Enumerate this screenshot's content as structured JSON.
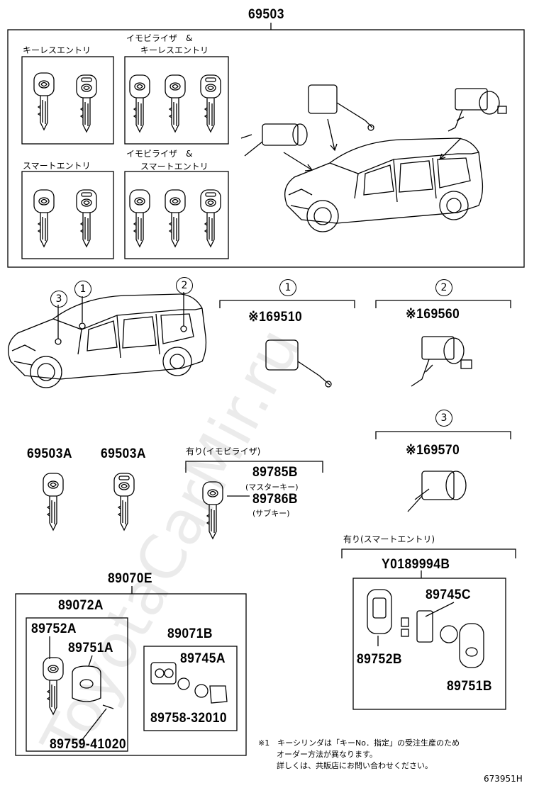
{
  "diagram_id": "673951H",
  "watermark": "ToyotaCarMir.ru",
  "main_assembly": {
    "part_no": "69503",
    "group_labels": {
      "keyless": "キーレスエントリ",
      "immob_keyless_1": "イモビライザ　&",
      "immob_keyless_2": "キーレスエントリ",
      "smart": "スマートエントリ",
      "immob_smart_1": "イモビライザ　&",
      "immob_smart_2": "スマートエントリ"
    }
  },
  "callouts": {
    "c1": "1",
    "c2": "2",
    "c3": "3"
  },
  "cylinders": {
    "door": {
      "callout": "1",
      "part_no": "※169510"
    },
    "back_door": {
      "callout": "2",
      "part_no": "※169560"
    },
    "ignition": {
      "callout": "3",
      "part_no": "※169570"
    }
  },
  "keys": {
    "key_a1": "69503A",
    "key_a2": "69503A",
    "immob_label": "有り(イモビライザ)",
    "master_no": "89785B",
    "master_label": "(マスターキー)",
    "sub_no": "89786B",
    "sub_label": "(サブキー)"
  },
  "transmitter_kit": {
    "part_no": "89070E",
    "sub_assy": "89072A",
    "key_plate": "89752A",
    "housing": "89751A",
    "screw": "89759-41020",
    "module_assy": "89071B",
    "module": "89745A",
    "battery_cover": "89758-32010"
  },
  "smart_kit": {
    "label": "有り(スマートエントリ)",
    "part_no": "Y0189994B",
    "module": "89745C",
    "case_a": "89752B",
    "case_b": "89751B"
  },
  "footnote": {
    "line1": "※1　キーシリンダは「キーNo．指定」の受注生産のため",
    "line2": "オーダー方法が異なります。",
    "line3": "詳しくは、共販店にお問い合わせください。"
  }
}
